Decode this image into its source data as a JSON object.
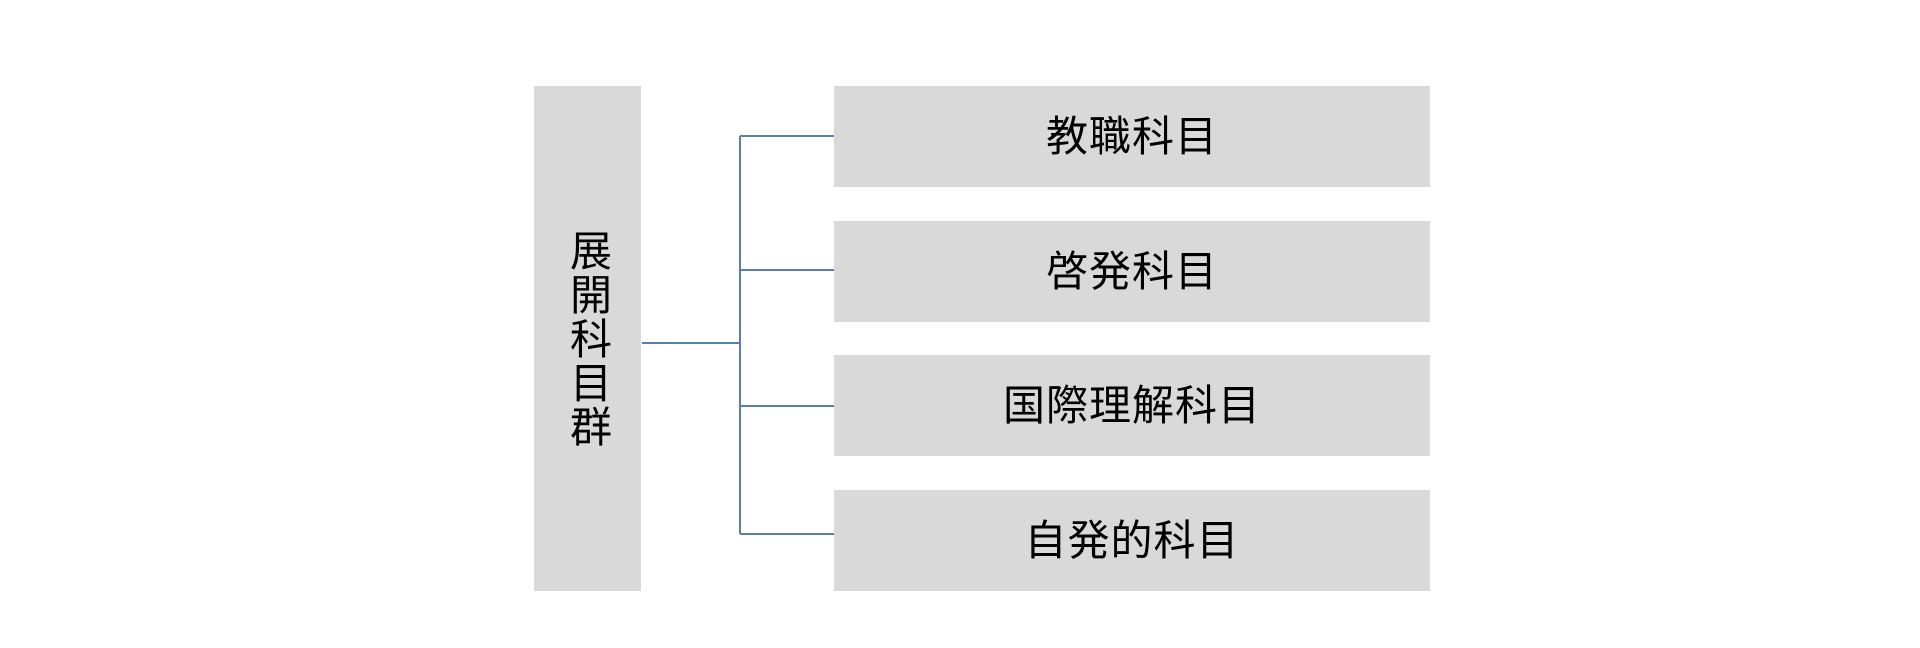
{
  "diagram": {
    "root": {
      "label": "展開科目群"
    },
    "children": [
      {
        "label": "教職科目"
      },
      {
        "label": "啓発科目"
      },
      {
        "label": "国際理解科目"
      },
      {
        "label": "自発的科目"
      }
    ],
    "colors": {
      "box_fill": "#d9d9d9",
      "connector": "#5a7fa8",
      "text": "#000000"
    }
  }
}
